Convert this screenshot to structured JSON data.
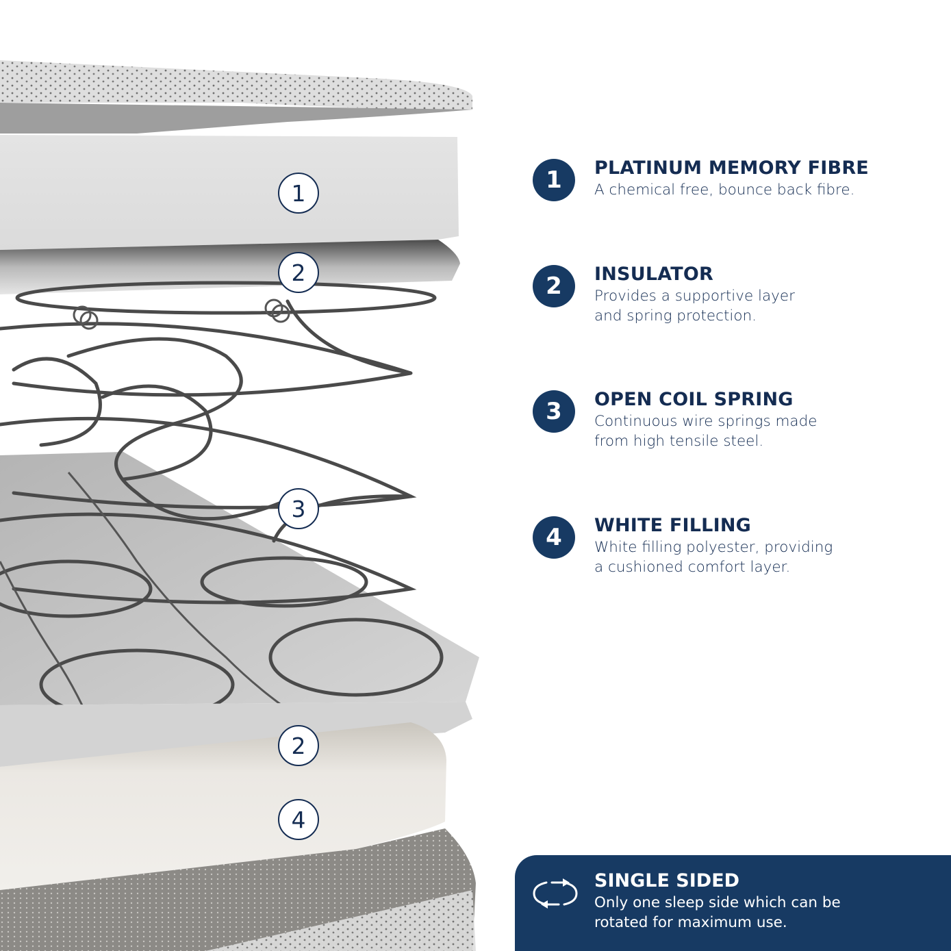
{
  "colors": {
    "navy": "#173a63",
    "text_navy": "#142c52",
    "background": "#ffffff"
  },
  "illustration": {
    "alt": "Exploded cross-section of an open coil mattress",
    "markers": [
      {
        "number": "1",
        "layer": "platinum-memory-fibre"
      },
      {
        "number": "2",
        "layer": "insulator-top"
      },
      {
        "number": "3",
        "layer": "open-coil-spring"
      },
      {
        "number": "2",
        "layer": "insulator-bottom"
      },
      {
        "number": "4",
        "layer": "white-filling"
      }
    ]
  },
  "features": [
    {
      "number": "1",
      "title": "PLATINUM MEMORY FIBRE",
      "desc_line1": "A chemical free, bounce back fibre.",
      "desc_line2": ""
    },
    {
      "number": "2",
      "title": "INSULATOR",
      "desc_line1": "Provides a supportive layer",
      "desc_line2": "and spring protection."
    },
    {
      "number": "3",
      "title": "OPEN COIL SPRING",
      "desc_line1": "Continuous wire springs made",
      "desc_line2": "from high tensile steel."
    },
    {
      "number": "4",
      "title": "WHITE FILLING",
      "desc_line1": "White filling polyester, providing",
      "desc_line2": "a cushioned comfort layer."
    }
  ],
  "callout": {
    "icon": "rotate-icon",
    "title": "SINGLE SIDED",
    "desc_line1": "Only one sleep side which can be",
    "desc_line2": "rotated for maximum use."
  }
}
